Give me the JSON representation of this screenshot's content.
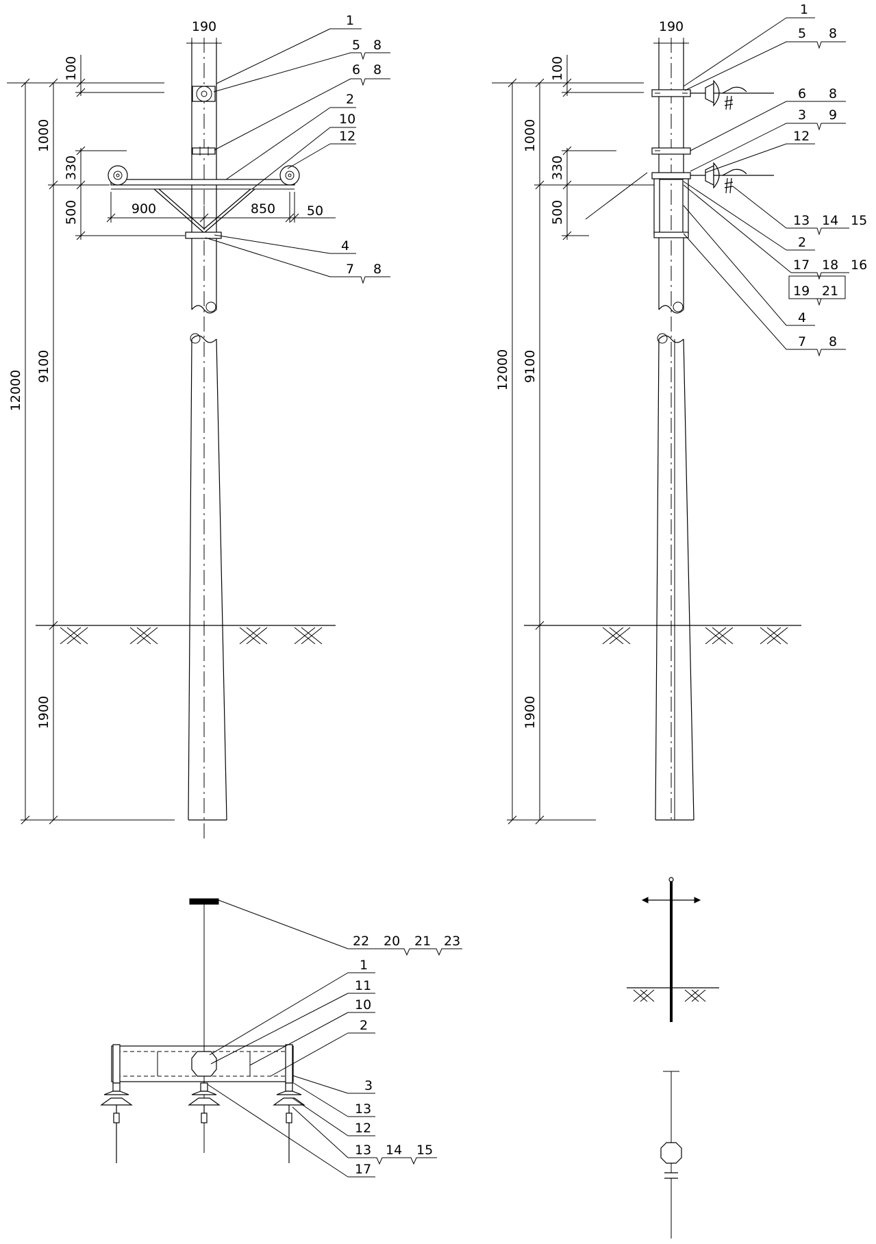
{
  "drawing": {
    "left_elevation": {
      "dims_vertical": [
        "12000",
        "9100",
        "1900",
        "1000",
        "330",
        "500",
        "100"
      ],
      "dims_horizontal": [
        "190",
        "900",
        "850",
        "50"
      ],
      "callouts": [
        {
          "num": "1"
        },
        {
          "num": "5",
          "num2": "8"
        },
        {
          "num": "6",
          "num2": "8"
        },
        {
          "num": "2"
        },
        {
          "num": "10"
        },
        {
          "num": "12"
        },
        {
          "num": "4"
        },
        {
          "num": "7",
          "num2": "8"
        }
      ]
    },
    "right_elevation": {
      "dims_vertical": [
        "12000",
        "9100",
        "1900",
        "1000",
        "330",
        "500",
        "100"
      ],
      "dims_horizontal": [
        "190"
      ],
      "callouts": [
        {
          "num": "1"
        },
        {
          "num": "5",
          "num2": "8"
        },
        {
          "num": "6",
          "num2": "8"
        },
        {
          "num": "3",
          "num2": "9"
        },
        {
          "num": "12"
        },
        {
          "num": "13",
          "num2": "14",
          "num3": "15"
        },
        {
          "num": "2"
        },
        {
          "num": "17",
          "num2": "18",
          "num3": "16"
        },
        {
          "num": "19",
          "num2": "21"
        },
        {
          "num": "4"
        },
        {
          "num": "7",
          "num2": "8"
        }
      ]
    },
    "plan_view": {
      "callouts": [
        {
          "num": "22",
          "num2": "20",
          "num3": "21",
          "num4": "23"
        },
        {
          "num": "1"
        },
        {
          "num": "11"
        },
        {
          "num": "10"
        },
        {
          "num": "2"
        },
        {
          "num": "3"
        },
        {
          "num": "13"
        },
        {
          "num": "12"
        },
        {
          "num": "13",
          "num2": "14",
          "num3": "15"
        },
        {
          "num": "17"
        }
      ]
    }
  }
}
